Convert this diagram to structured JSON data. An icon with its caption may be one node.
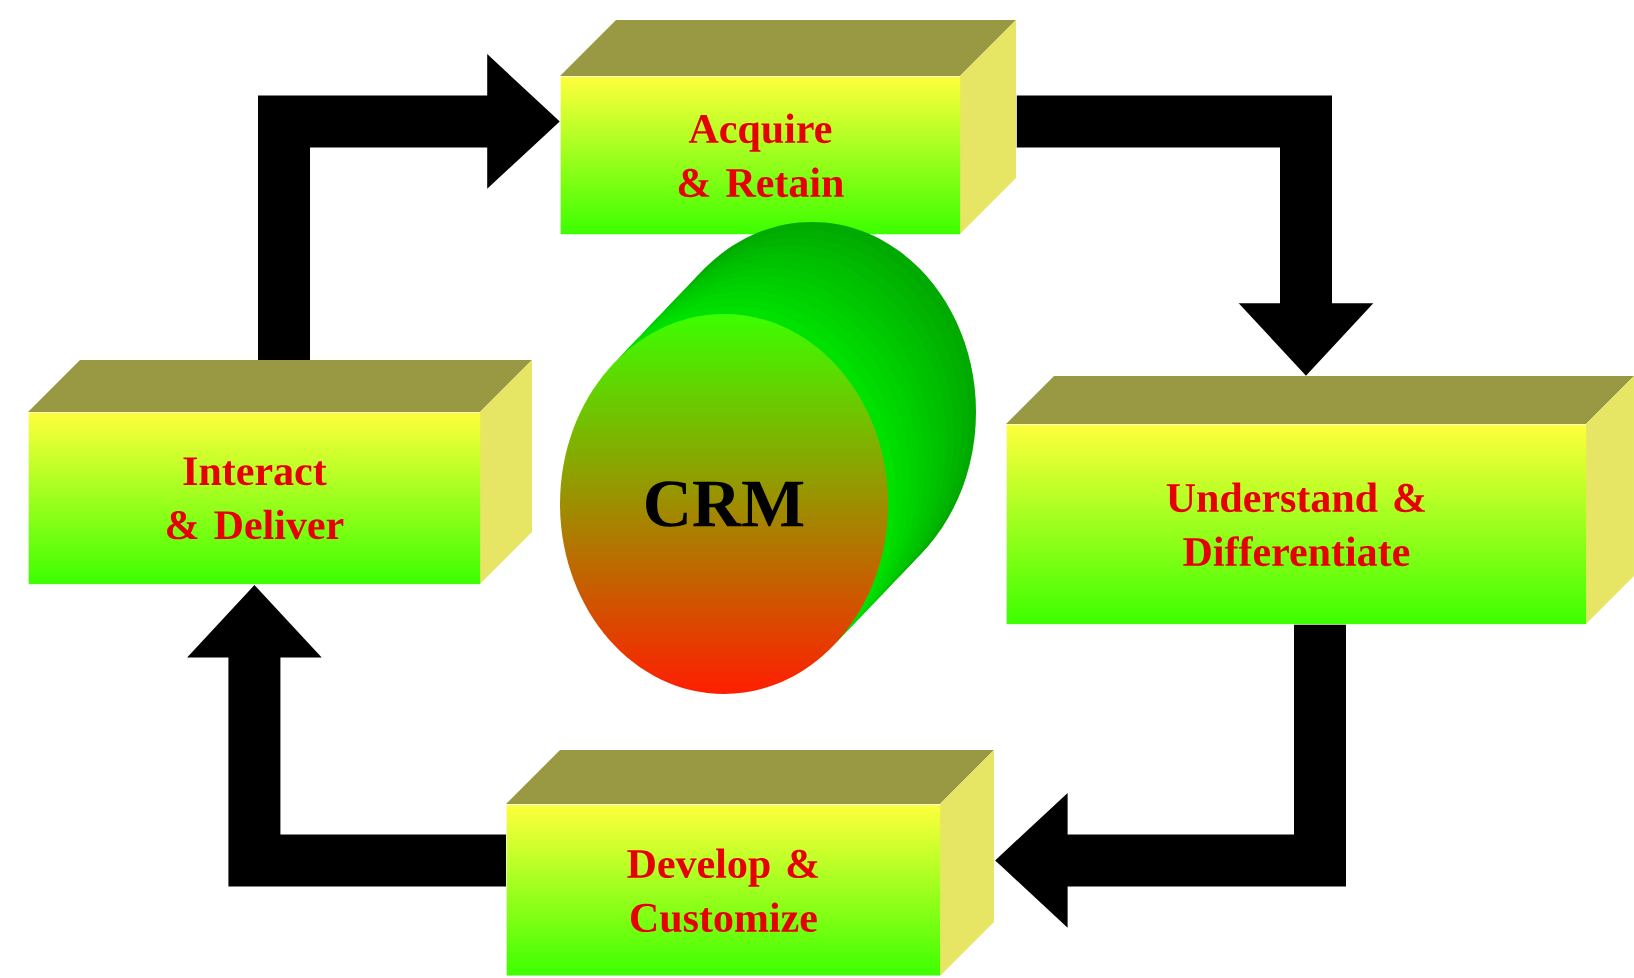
{
  "diagram": {
    "nodes": [
      {
        "text": [
          "Acquire & Retain"
        ]
      },
      {
        "text": [
          "Understand & Differentiate"
        ]
      },
      {
        "text": [
          "Develop & Customize"
        ]
      },
      {
        "text": [
          "Interact & Deliver"
        ]
      },
      {
        "text": [
          "CRM"
        ]
      }
    ],
    "edges": [
      {
        "from": 3,
        "to": 0,
        "arrow": "to"
      },
      {
        "from": 0,
        "to": 1,
        "arrow": "to"
      },
      {
        "from": 1,
        "to": 2,
        "arrow": "to"
      },
      {
        "from": 2,
        "to": 3,
        "arrow": "to"
      }
    ]
  }
}
